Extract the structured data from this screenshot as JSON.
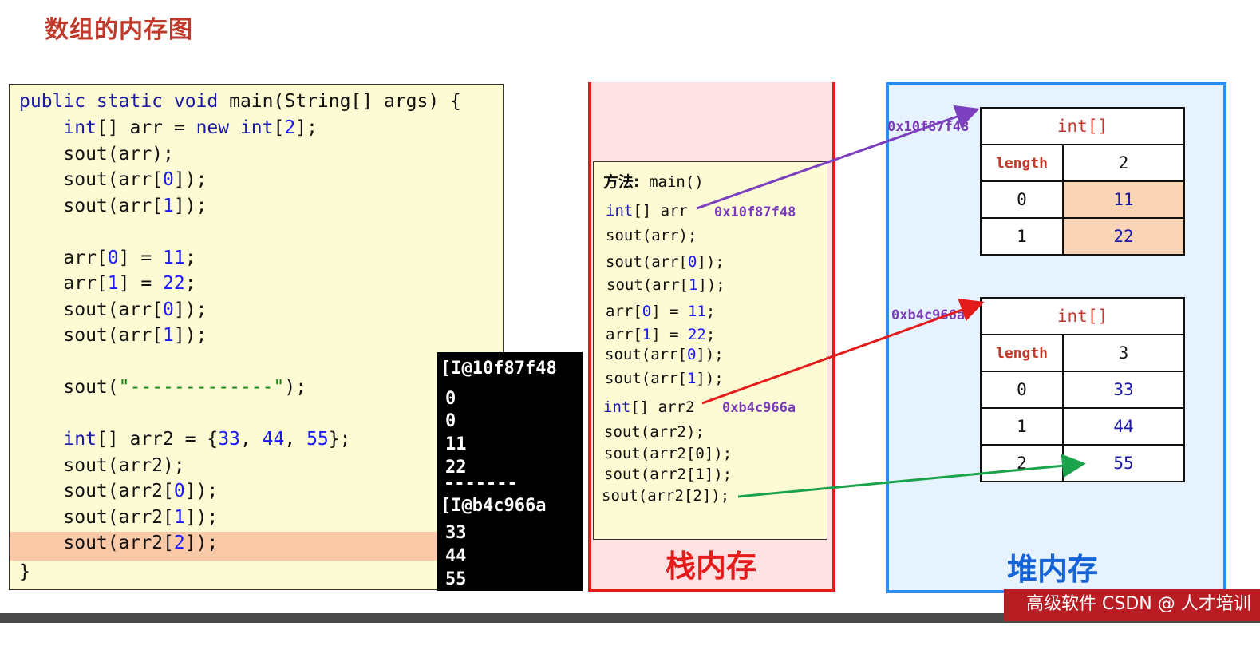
{
  "title": "数组的内存图",
  "code": {
    "l1": {
      "a": "public static void ",
      "b": "main(String[] args) {"
    },
    "l2": {
      "a": "    int",
      "b": "[] arr = ",
      "c": "new int",
      "d": "[",
      "e": "2",
      "f": "];"
    },
    "l3": "    sout(arr);",
    "l4": {
      "a": "    sout(arr[",
      "b": "0",
      "c": "]);"
    },
    "l5": {
      "a": "    sout(arr[",
      "b": "1",
      "c": "]);"
    },
    "l6": {
      "a": "    arr[",
      "b": "0",
      "c": "] = ",
      "d": "11",
      "e": ";"
    },
    "l7": {
      "a": "    arr[",
      "b": "1",
      "c": "] = ",
      "d": "22",
      "e": ";"
    },
    "l8": {
      "a": "    sout(arr[",
      "b": "0",
      "c": "]);"
    },
    "l9": {
      "a": "    sout(arr[",
      "b": "1",
      "c": "]);"
    },
    "l10": {
      "a": "    sout(",
      "b": "\"-------------\"",
      "c": ");"
    },
    "l11": {
      "a": "    int",
      "b": "[] arr2 = {",
      "c": "33",
      "d": ", ",
      "e": "44",
      "f": ", ",
      "g": "55",
      "h": "};"
    },
    "l12": "    sout(arr2);",
    "l13": {
      "a": "    sout(arr2[",
      "b": "0",
      "c": "]);"
    },
    "l14": {
      "a": "    sout(arr2[",
      "b": "1",
      "c": "]);"
    },
    "l15": {
      "a": "    sout(arr2[",
      "b": "2",
      "c": "]);"
    },
    "l16": "}"
  },
  "console": [
    "[I@10f87f48",
    "0",
    "0",
    "11",
    "22",
    "-------",
    "[I@b4c966a",
    "33",
    "44",
    "55"
  ],
  "stack": {
    "label": "栈内存",
    "method_prefix": "方法:",
    "method_name": "main()",
    "lines": {
      "arr_decl_kw": "int",
      "arr_decl": "[] arr",
      "s1": "sout(arr);",
      "s2a": "sout(arr[",
      "s2b": "0",
      "s2c": "]);",
      "s3a": "sout(arr[",
      "s3b": "1",
      "s3c": "]);",
      "s4a": "arr[",
      "s4b": "0",
      "s4c": "] = ",
      "s4d": "11",
      "s4e": ";",
      "s5a": "arr[",
      "s5b": "1",
      "s5c": "] = ",
      "s5d": "22",
      "s5e": ";",
      "s6a": "sout(arr[",
      "s6b": "0",
      "s6c": "]);",
      "s7a": "sout(arr[",
      "s7b": "1",
      "s7c": "]);",
      "arr2_decl_kw": "int",
      "arr2_decl": "[] arr2",
      "s8": "sout(arr2);",
      "s9": "sout(arr2[0]);",
      "s10": "sout(arr2[1]);",
      "s11": "sout(arr2[2]);"
    },
    "addr1": "0x10f87f48",
    "addr2": "0xb4c966a"
  },
  "heap": {
    "label": "堆内存",
    "array1": {
      "addr": "0x10f87f48",
      "type": "int[]",
      "length_label": "length",
      "length": "2",
      "rows": [
        {
          "i": "0",
          "v": "11"
        },
        {
          "i": "1",
          "v": "22"
        }
      ]
    },
    "array2": {
      "addr": "0xb4c966a",
      "type": "int[]",
      "length_label": "length",
      "length": "3",
      "rows": [
        {
          "i": "0",
          "v": "33"
        },
        {
          "i": "1",
          "v": "44"
        },
        {
          "i": "2",
          "v": "55"
        }
      ]
    }
  },
  "banner": "高级软件 CSDN @ 人才培训专家",
  "colors": {
    "title": "#c0392b",
    "stack_border": "#e41b1b",
    "heap_border": "#2a8ef0",
    "arrow1": "#7b3fbf",
    "arrow2": "#e41b1b",
    "arrow3": "#1aa34a"
  }
}
